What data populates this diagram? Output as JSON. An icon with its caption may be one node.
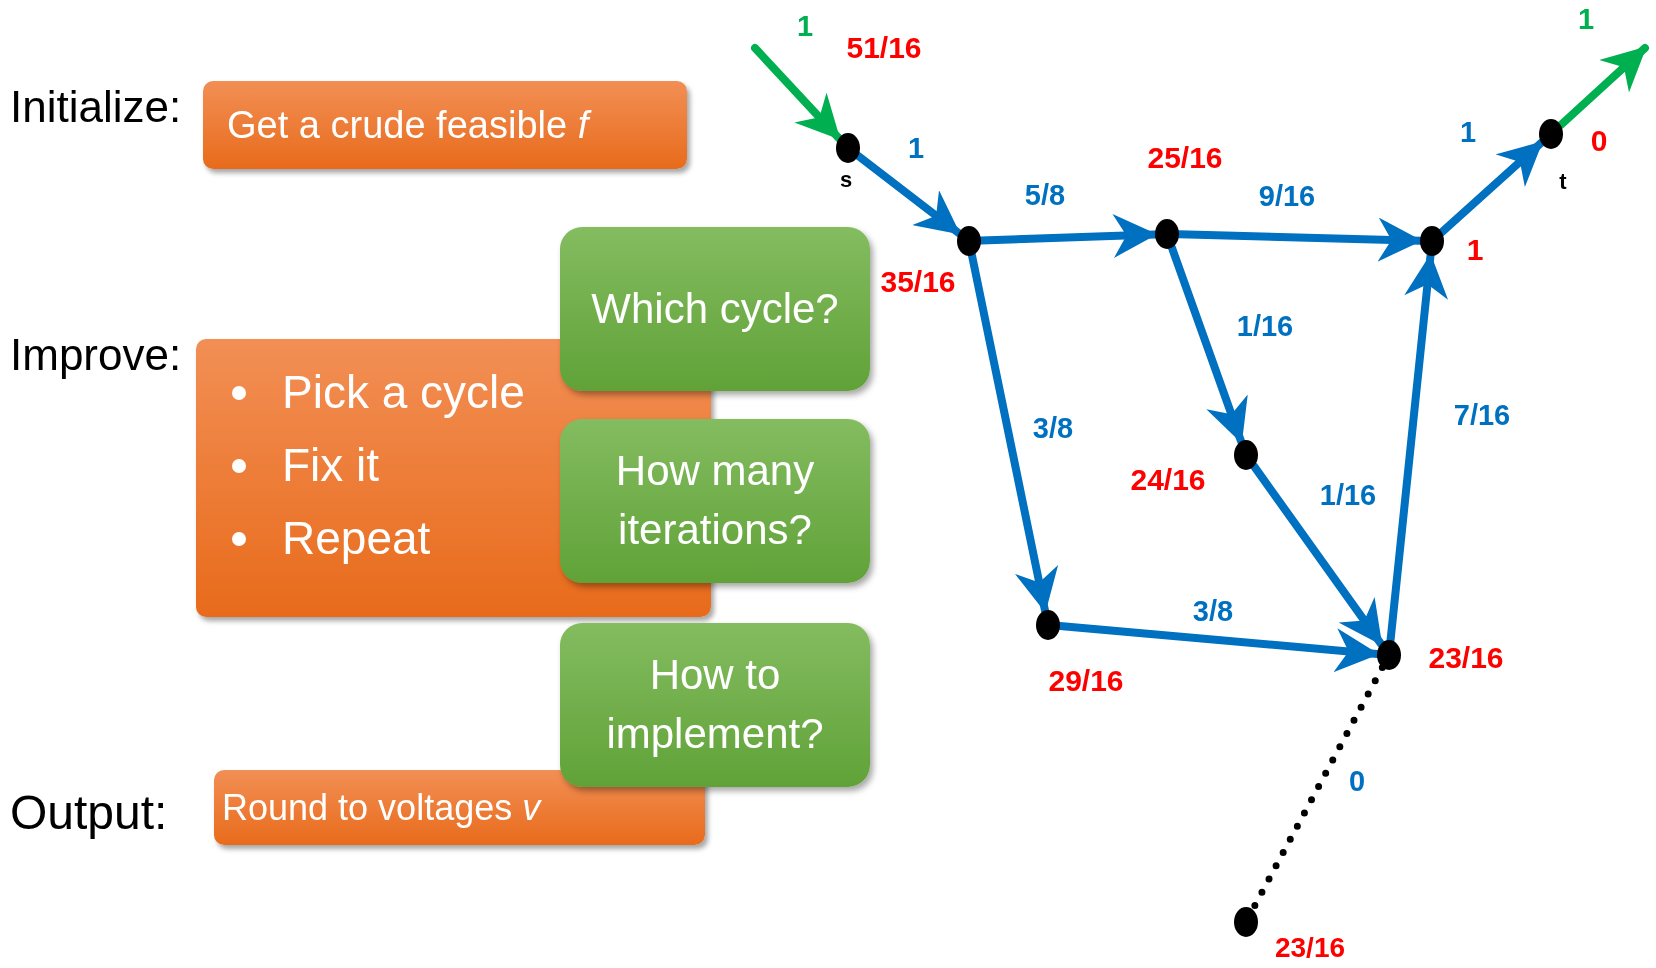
{
  "diagram": {
    "nodes": [
      {
        "text": [
          "Get a crude feasible *f⃗*"
        ]
      },
      {
        "text": [
          "Pick a cycle",
          "Fix it",
          "Repeat"
        ]
      },
      {
        "text": [
          "Which cycle?"
        ]
      },
      {
        "text": [
          "How many iterations?"
        ]
      },
      {
        "text": [
          "How to implement?"
        ]
      },
      {
        "text": [
          "Round to voltages *v*"
        ]
      },
      {
        "text": [],
        "shape": "circle",
        "beside": [
          "51/16",
          "s"
        ]
      },
      {
        "text": [],
        "shape": "circle",
        "beside": [
          "35/16"
        ]
      },
      {
        "text": [],
        "shape": "circle",
        "beside": [
          "25/16"
        ]
      },
      {
        "text": [],
        "shape": "circle",
        "beside": [
          "1"
        ]
      },
      {
        "text": [],
        "shape": "circle",
        "beside": [
          "0",
          "t"
        ]
      },
      {
        "text": [],
        "shape": "circle",
        "beside": [
          "24/16"
        ]
      },
      {
        "text": [],
        "shape": "circle",
        "beside": [
          "29/16"
        ]
      },
      {
        "text": [],
        "shape": "circle",
        "beside": [
          "23/16"
        ]
      },
      {
        "text": [],
        "shape": "circle",
        "beside": [
          "23/16"
        ]
      }
    ],
    "edges": [
      {
        "from": null,
        "to": 6,
        "arrow": "to",
        "label": "1",
        "color": "#00b050"
      },
      {
        "from": 6,
        "to": 7,
        "arrow": "to",
        "label": "1"
      },
      {
        "from": 7,
        "to": 8,
        "arrow": "to",
        "label": "5/8"
      },
      {
        "from": 8,
        "to": 9,
        "arrow": "to",
        "label": "9/16"
      },
      {
        "from": 9,
        "to": 10,
        "arrow": "to",
        "label": "1"
      },
      {
        "from": 10,
        "to": null,
        "arrow": "to",
        "label": "1",
        "color": "#00b050"
      },
      {
        "from": 8,
        "to": 11,
        "arrow": "to",
        "label": "1/16"
      },
      {
        "from": 7,
        "to": 12,
        "arrow": "to",
        "label": "3/8"
      },
      {
        "from": 11,
        "to": 13,
        "arrow": "to",
        "label": "1/16"
      },
      {
        "from": 12,
        "to": 13,
        "arrow": "to",
        "label": "3/8"
      },
      {
        "from": 13,
        "to": 9,
        "arrow": "to",
        "label": "7/16"
      },
      {
        "from": 13,
        "to": 14,
        "arrow": "none",
        "label": "0",
        "style": "dashed",
        "color": "#000000"
      }
    ],
    "labels": [
      "Initialize:",
      "Improve:",
      "Output:"
    ]
  }
}
